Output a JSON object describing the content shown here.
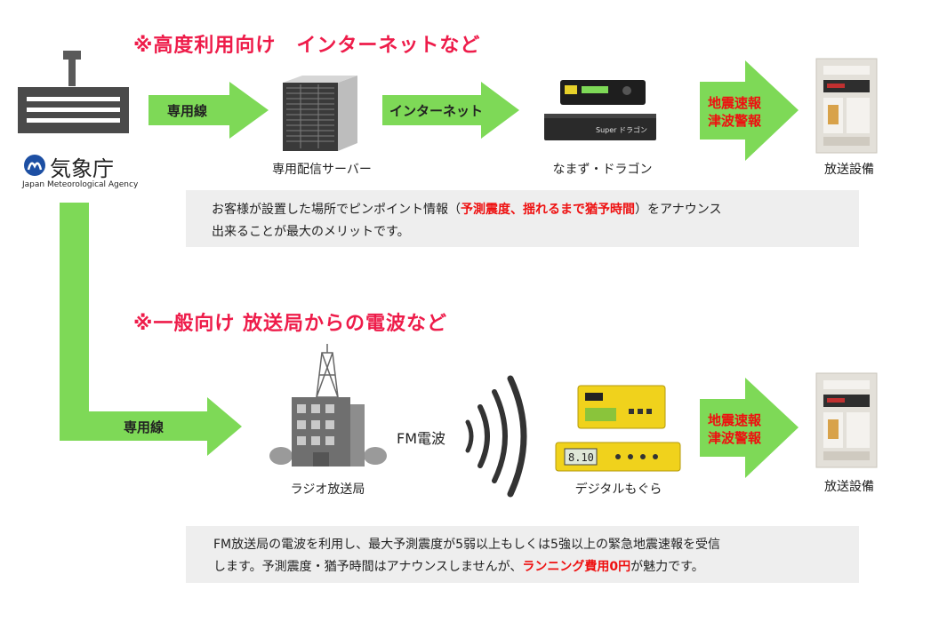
{
  "section1": {
    "heading": "※高度利用向け　インターネットなど",
    "arrow1_label": "専用線",
    "arrow2_label": "インターネット",
    "alert_line1": "地震速報",
    "alert_line2": "津波警報",
    "server_caption": "専用配信サーバー",
    "device_caption": "なまず・ドラゴン",
    "device_brand": "Super ドラゴン",
    "facility_caption": "放送設備",
    "note_part1": "お客様が設置した場所でピンポイント情報（",
    "note_highlight": "予測震度、揺れるまで猶予時間",
    "note_part2": "）をアナウンス",
    "note_line2": "出来ることが最大のメリットです。"
  },
  "agency": {
    "name_jp": "気象庁",
    "name_en": "Japan Meteorological Agency"
  },
  "section2": {
    "heading": "※一般向け 放送局からの電波など",
    "arrow_label": "専用線",
    "station_caption": "ラジオ放送局",
    "wave_label": "FM電波",
    "device_caption": "デジタルもぐら",
    "device_display": "8.10",
    "alert_line1": "地震速報",
    "alert_line2": "津波警報",
    "facility_caption": "放送設備",
    "note_line1": "FM放送局の電波を利用し、最大予測震度が5弱以上もしくは5強以上の緊急地震速報を受信",
    "note_part1": "します。予測震度・猶予時間はアナウンスしませんが、",
    "note_highlight": "ランニング費用0円",
    "note_part2": "が魅力です。"
  },
  "colors": {
    "arrow_green": "#7ed957",
    "heading_red": "#ee1c4a",
    "alert_red": "#ee1010",
    "note_bg": "#eeeeee"
  }
}
